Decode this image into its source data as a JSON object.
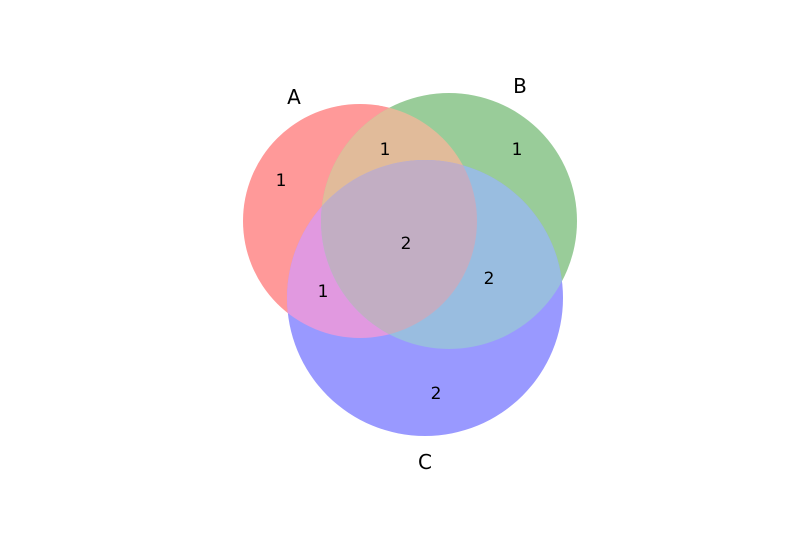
{
  "chart_data": {
    "type": "venn3",
    "sets": [
      "A",
      "B",
      "C"
    ],
    "regions": {
      "A_only": "1",
      "B_only": "1",
      "C_only": "2",
      "AB_only": "1",
      "AC_only": "1",
      "BC_only": "2",
      "ABC": "2"
    },
    "colors": {
      "A": "#ff9999",
      "B": "#99cc99",
      "C": "#9999ff",
      "AB": "#e1bb9a",
      "AC": "#e199e0",
      "BC": "#99bde0",
      "ABC": "#c2aec3"
    }
  }
}
